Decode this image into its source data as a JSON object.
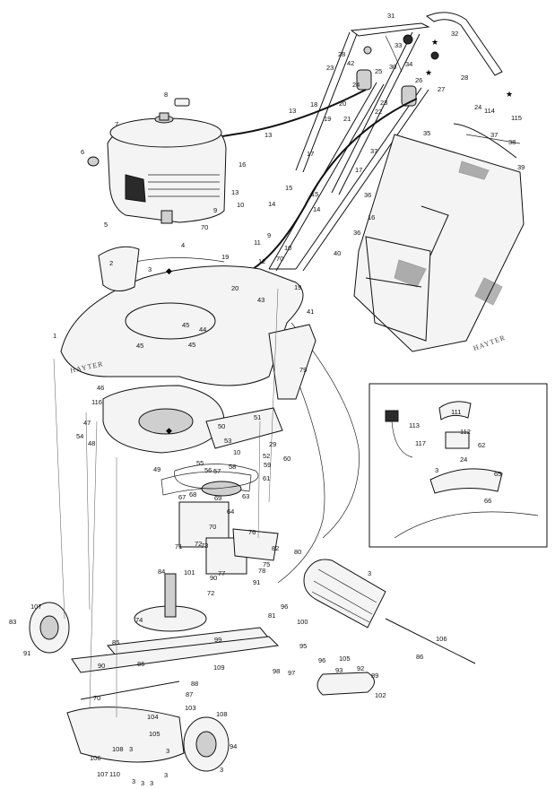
{
  "brand_marks": [
    "HAYTER",
    "HAYTER"
  ],
  "inset": {
    "callouts": [
      "111",
      "113",
      "112",
      "117",
      "62",
      "24",
      "3",
      "65",
      "66"
    ]
  },
  "callouts": [
    "31",
    "32",
    "33",
    "28",
    "42",
    "30",
    "34",
    "23",
    "18",
    "25",
    "24",
    "26",
    "27",
    "28",
    "8",
    "13",
    "20",
    "19",
    "22",
    "21",
    "23",
    "24",
    "114",
    "115",
    "37",
    "7",
    "13",
    "17",
    "35",
    "38",
    "37",
    "39",
    "6",
    "16",
    "15",
    "17",
    "36",
    "13",
    "14",
    "15",
    "14",
    "16",
    "9",
    "10",
    "11",
    "5",
    "70",
    "9",
    "36",
    "4",
    "10",
    "70",
    "40",
    "2",
    "19",
    "12",
    "3",
    "43",
    "19",
    "41",
    "20",
    "45",
    "45",
    "45",
    "44",
    "1",
    "79",
    "46",
    "116",
    "50",
    "51",
    "47",
    "54",
    "48",
    "53",
    "10",
    "29",
    "52",
    "55",
    "57",
    "49",
    "56",
    "58",
    "59",
    "60",
    "61",
    "63",
    "67",
    "68",
    "69",
    "64",
    "70",
    "71",
    "72",
    "76",
    "82",
    "80",
    "73",
    "77",
    "75",
    "3",
    "84",
    "101",
    "90",
    "91",
    "78",
    "72",
    "96",
    "81",
    "74",
    "100",
    "83",
    "107",
    "106",
    "85",
    "99",
    "95",
    "96",
    "91",
    "105",
    "86",
    "90",
    "86",
    "109",
    "98",
    "97",
    "93",
    "92",
    "89",
    "88",
    "87",
    "102",
    "103",
    "70",
    "104",
    "108",
    "94",
    "105",
    "106",
    "108",
    "3",
    "3",
    "3",
    "3",
    "107",
    "110",
    "3",
    "3",
    "3",
    "3",
    "3"
  ]
}
